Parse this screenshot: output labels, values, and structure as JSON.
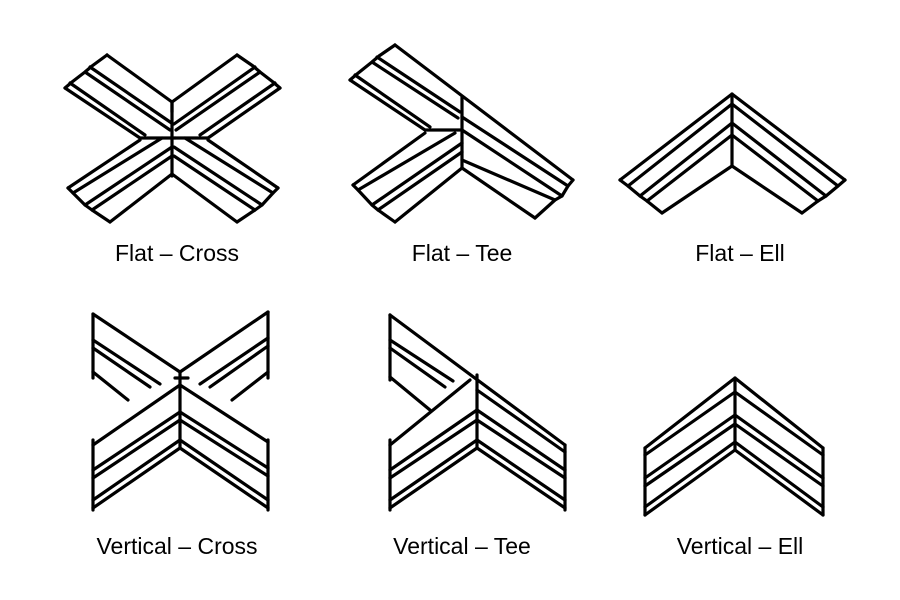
{
  "diagram": {
    "title": "Cable tray fittings",
    "line_color": "#000000",
    "background": "#ffffff",
    "fittings": [
      {
        "id": "flat-cross",
        "label": "Flat – Cross",
        "orientation": "Flat",
        "type": "Cross"
      },
      {
        "id": "flat-tee",
        "label": "Flat – Tee",
        "orientation": "Flat",
        "type": "Tee"
      },
      {
        "id": "flat-ell",
        "label": "Flat – Ell",
        "orientation": "Flat",
        "type": "Ell"
      },
      {
        "id": "vertical-cross",
        "label": "Vertical – Cross",
        "orientation": "Vertical",
        "type": "Cross"
      },
      {
        "id": "vertical-tee",
        "label": "Vertical – Tee",
        "orientation": "Vertical",
        "type": "Tee"
      },
      {
        "id": "vertical-ell",
        "label": "Vertical – Ell",
        "orientation": "Vertical",
        "type": "Ell"
      }
    ]
  }
}
